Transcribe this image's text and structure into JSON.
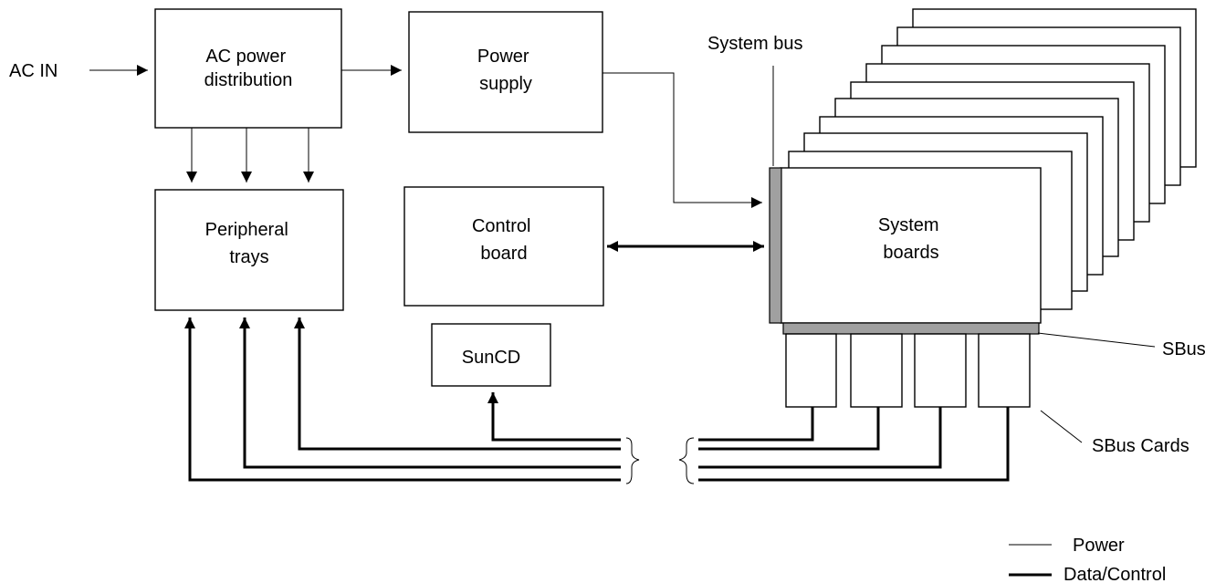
{
  "labels": {
    "ac_in": "AC IN",
    "system_bus": "System bus",
    "sbus": "SBus",
    "sbus_cards": "SBus Cards"
  },
  "blocks": {
    "ac_power": [
      "AC power",
      "distribution"
    ],
    "power_supply": [
      "Power",
      "supply"
    ],
    "peripheral_trays": [
      "Peripheral",
      "trays"
    ],
    "control_board": [
      "Control",
      "board"
    ],
    "suncd": [
      "SunCD"
    ],
    "system_boards": [
      "System",
      "boards"
    ]
  },
  "legend": {
    "power": "Power",
    "data_control": "Data/Control"
  }
}
